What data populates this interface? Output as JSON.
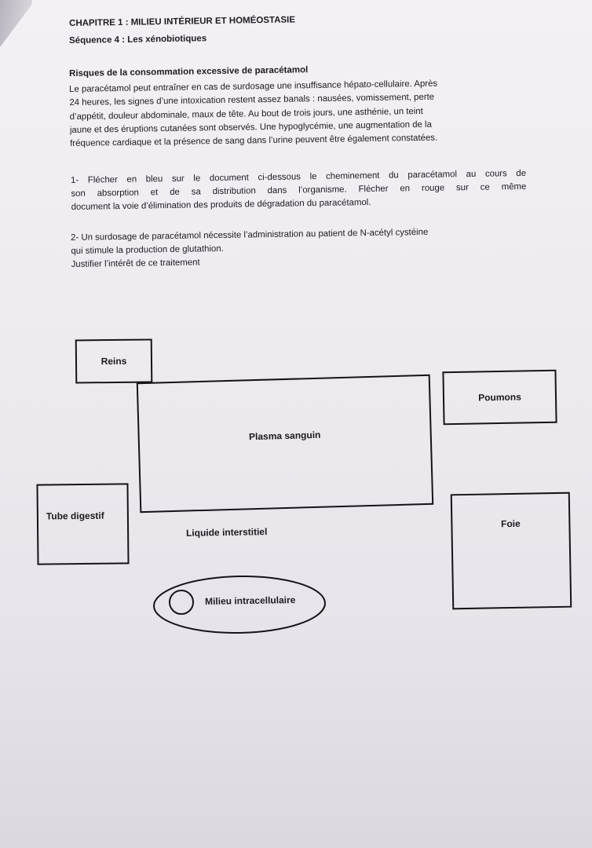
{
  "header": {
    "chapter": "CHAPITRE 1 : MILIEU INTÉRIEUR ET HOMÉOSTASIE",
    "sequence": "Séquence 4 : Les xénobiotiques"
  },
  "section": {
    "title": "Risques de la consommation excessive de paracétamol",
    "lines": [
      "Le paracétamol peut entraîner en cas de surdosage une insuffisance hépato-cellulaire. Après",
      "24 heures, les signes d’une intoxication restent assez banals : nausées, vomissement, perte",
      "d’appétit, douleur abdominale, maux de tête. Au bout de trois jours, une asthénie, un teint",
      "jaune et des éruptions cutanées sont observés. Une hypoglycémie, une augmentation de la",
      "fréquence cardiaque et la présence de sang dans l’urine peuvent être également constatées."
    ]
  },
  "question1": {
    "lines": [
      "1- Flécher en bleu sur le document ci-dessous le cheminement du paracétamol au cours de",
      "son absorption et de sa distribution dans l’organisme. Flécher en rouge sur ce même",
      "document  la voie d’élimination des produits de dégradation du paracétamol."
    ]
  },
  "question2": {
    "lines": [
      "2- Un surdosage de paracétamol nécessite l’administration au patient de N-acétyl cystéine",
      "qui stimule la production de glutathion.",
      "Justifier l’intérêt de ce traitement"
    ]
  },
  "diagram": {
    "reins": "Reins",
    "plasma": "Plasma sanguin",
    "poumons": "Poumons",
    "tube_digestif": "Tube digestif",
    "foie": "Foie",
    "liquide": "Liquide interstitiel",
    "milieu": "Milieu intracellulaire"
  }
}
